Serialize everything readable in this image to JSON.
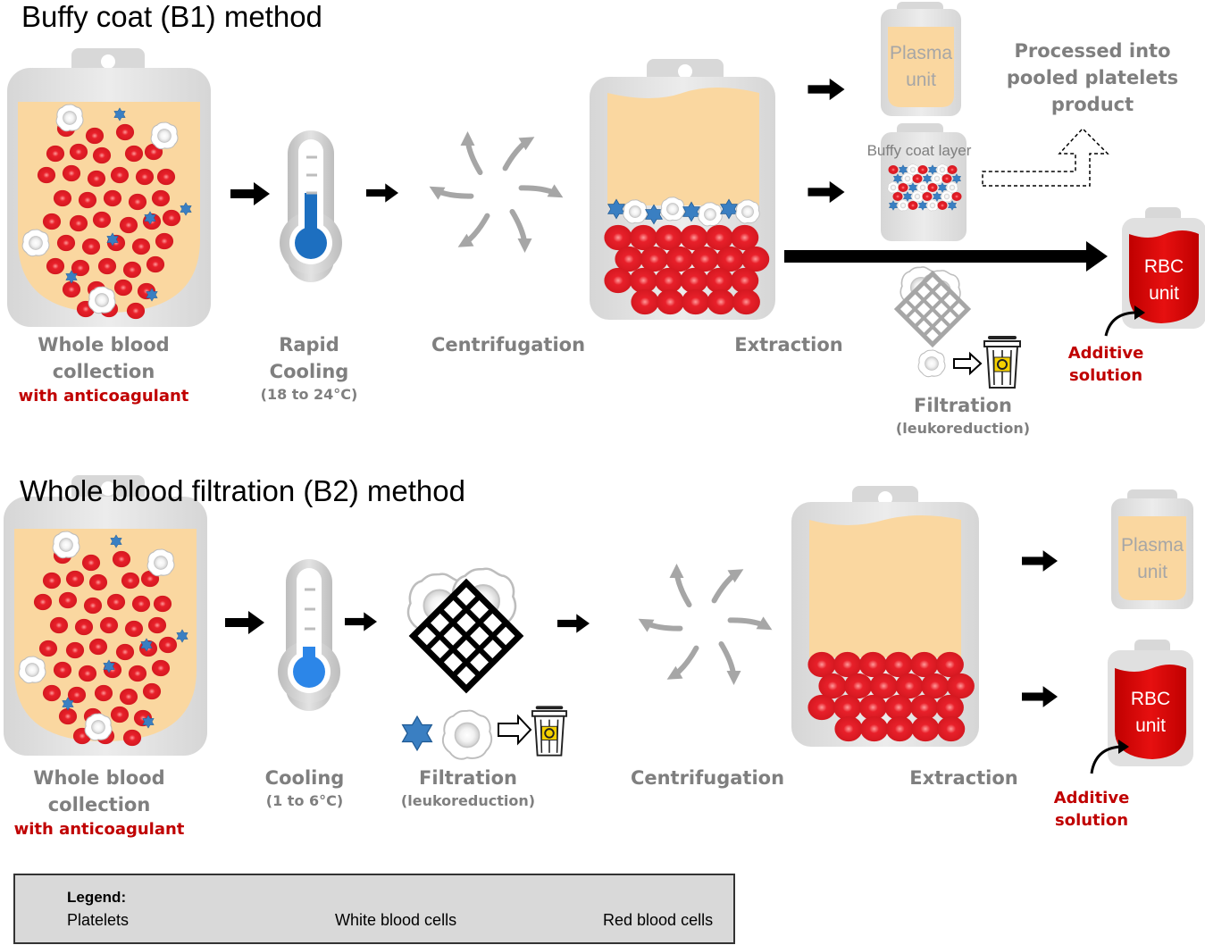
{
  "colors": {
    "plasma": "#fad7a0",
    "rbc": "#e82a2a",
    "platelet": "#3a7fc2",
    "wbc": "#ffffff",
    "bag": "#e4e4e4",
    "label_gray": "#7f7f7f",
    "label_red": "#c00000"
  },
  "b1": {
    "title": "Buffy coat (B1) method",
    "collection": {
      "line1": "Whole blood",
      "line2": "collection",
      "note": "with anticoagulant"
    },
    "cooling": {
      "line1": "Rapid",
      "line2": "Cooling",
      "sub": "(18 to 24°C)"
    },
    "centrifugation": "Centrifugation",
    "extraction": "Extraction",
    "plasma_unit": {
      "line1": "Plasma",
      "line2": "unit"
    },
    "buffy_coat_layer": "Buffy coat layer",
    "pooled": {
      "line1": "Processed into",
      "line2": "pooled platelets",
      "line3": "product"
    },
    "rbc_unit": {
      "line1": "RBC",
      "line2": "unit"
    },
    "additive": {
      "line1": "Additive",
      "line2": "solution"
    },
    "filtration": {
      "line1": "Filtration",
      "sub": "(leukoreduction)"
    }
  },
  "b2": {
    "title": "Whole blood filtration (B2) method",
    "collection": {
      "line1": "Whole blood",
      "line2": "collection",
      "note": "with anticoagulant"
    },
    "cooling": {
      "line1": "Cooling",
      "sub": "(1 to 6°C)"
    },
    "filtration": {
      "line1": "Filtration",
      "sub": "(leukoreduction)"
    },
    "centrifugation": "Centrifugation",
    "extraction": "Extraction",
    "plasma_unit": {
      "line1": "Plasma",
      "line2": "unit"
    },
    "rbc_unit": {
      "line1": "RBC",
      "line2": "unit"
    },
    "additive": {
      "line1": "Additive",
      "line2": "solution"
    }
  },
  "legend": {
    "title": "Legend:",
    "platelets": "Platelets",
    "wbc": "White blood cells",
    "rbc": "Red blood cells"
  }
}
